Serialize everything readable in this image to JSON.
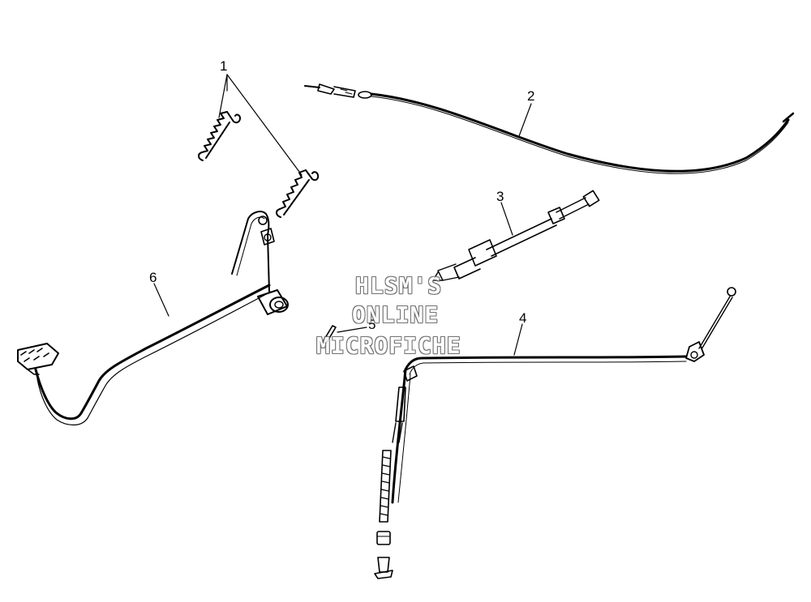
{
  "callouts": {
    "c1": "1",
    "c2": "2",
    "c3": "3",
    "c4": "4",
    "c5": "5",
    "c6": "6"
  },
  "watermark": {
    "line1": "HLSM'S",
    "line2": "ONLINE",
    "line3": "MICROFICHE"
  },
  "colors": {
    "ink": "#000000",
    "paper": "#ffffff",
    "watermark_outline": "#5a5a5a"
  }
}
